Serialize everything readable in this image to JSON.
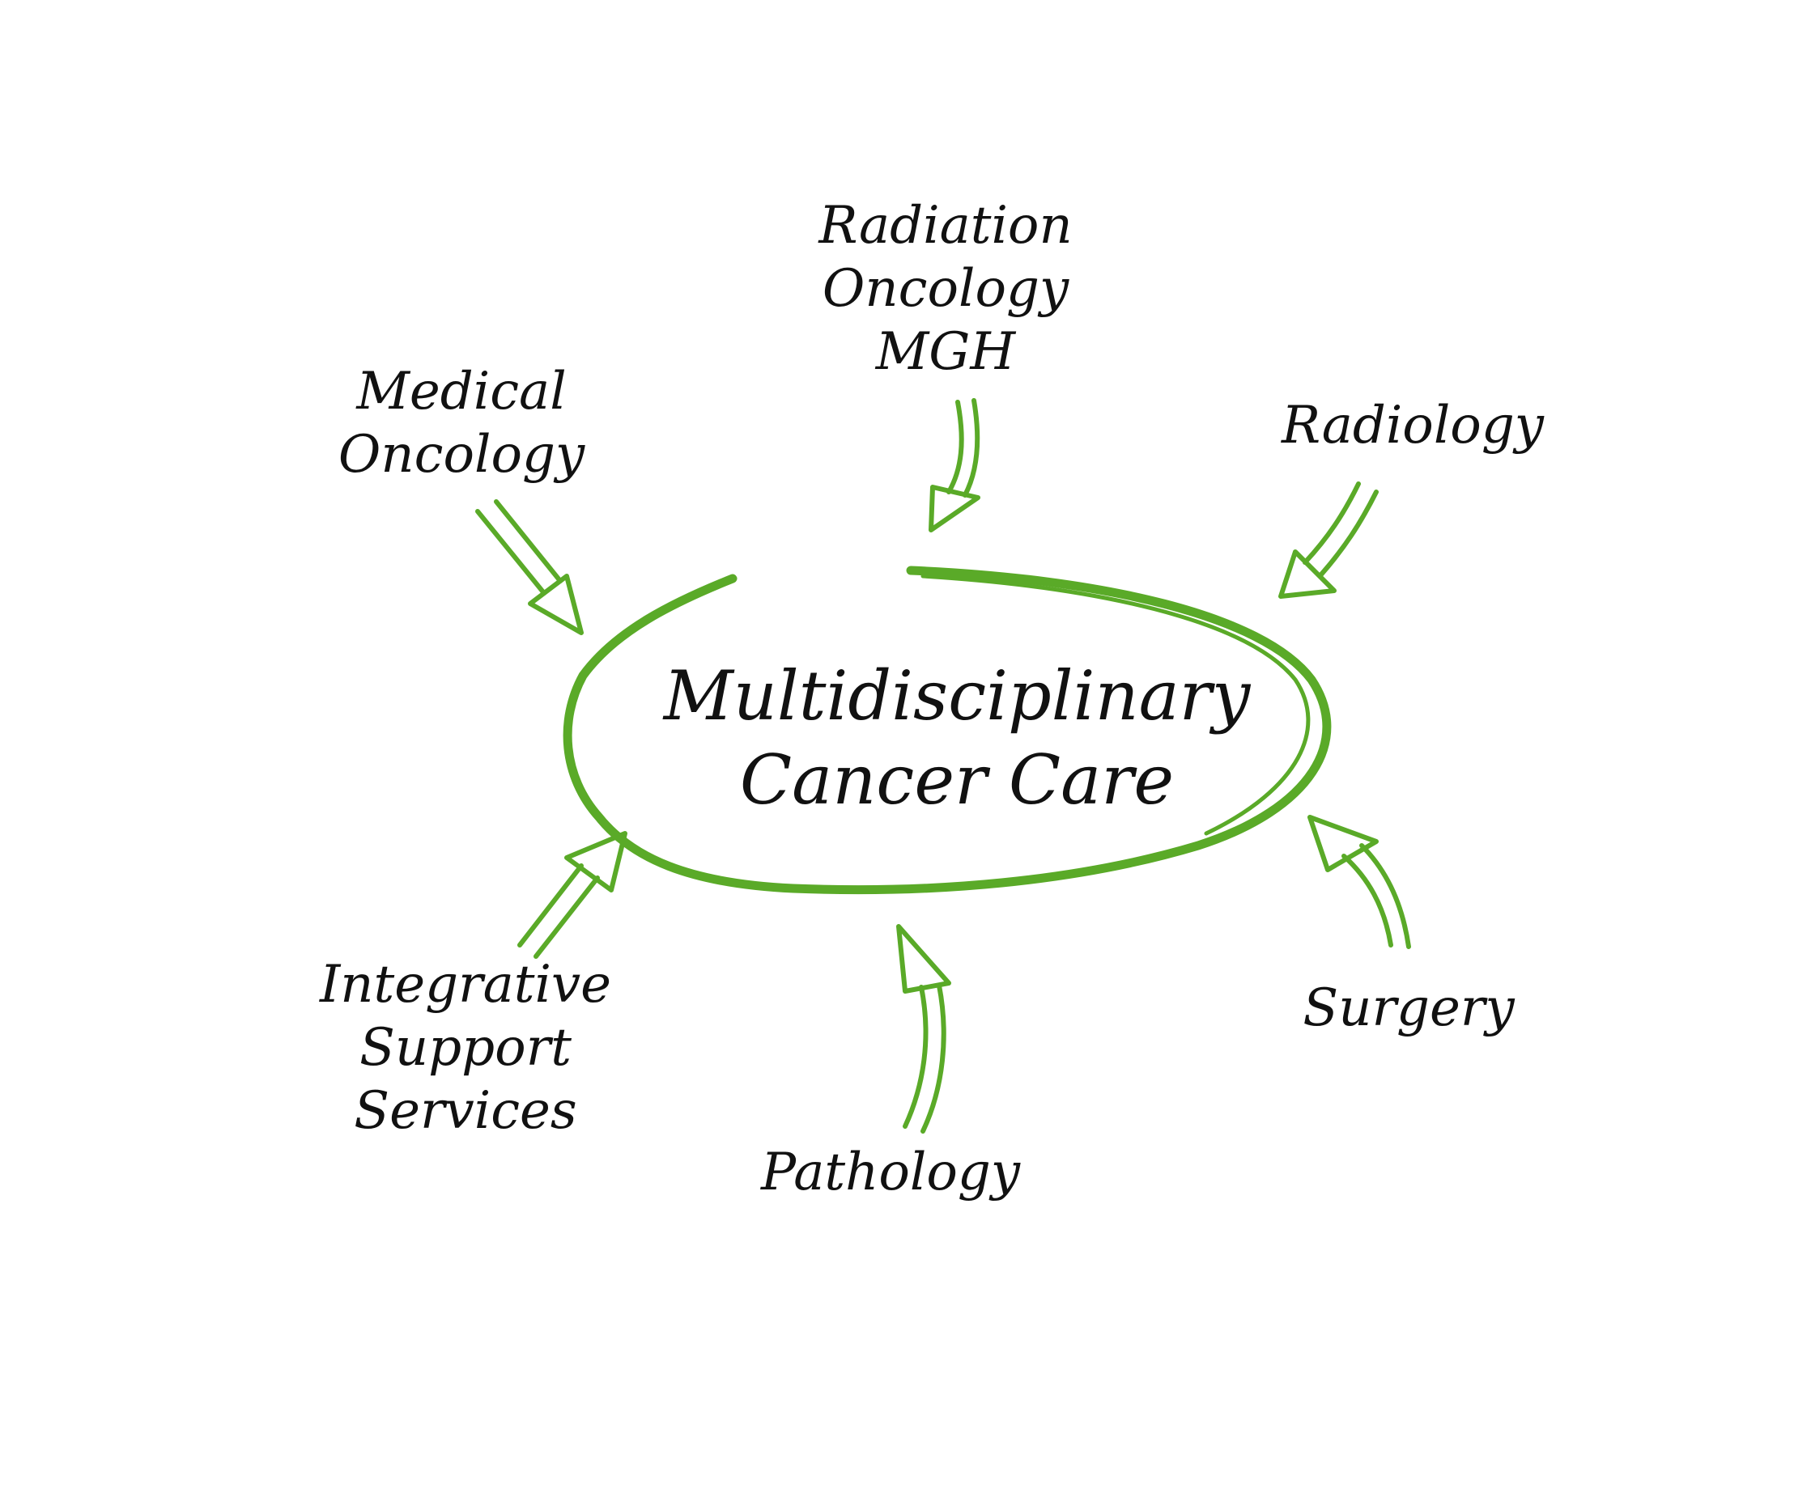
{
  "diagram": {
    "center": {
      "line1": "Multidisciplinary",
      "line2": "Cancer Care"
    },
    "nodes": {
      "radiation_oncology": {
        "line1": "Radiation",
        "line2": "Oncology",
        "line3": "MGH"
      },
      "medical_oncology": {
        "line1": "Medical",
        "line2": "Oncology"
      },
      "radiology": {
        "line1": "Radiology"
      },
      "integrative_support": {
        "line1": "Integrative",
        "line2": "Support",
        "line3": "Services"
      },
      "surgery": {
        "line1": "Surgery"
      },
      "pathology": {
        "line1": "Pathology"
      }
    },
    "colors": {
      "accent": "#5aaa28",
      "text": "#111111",
      "background": "#ffffff"
    }
  }
}
